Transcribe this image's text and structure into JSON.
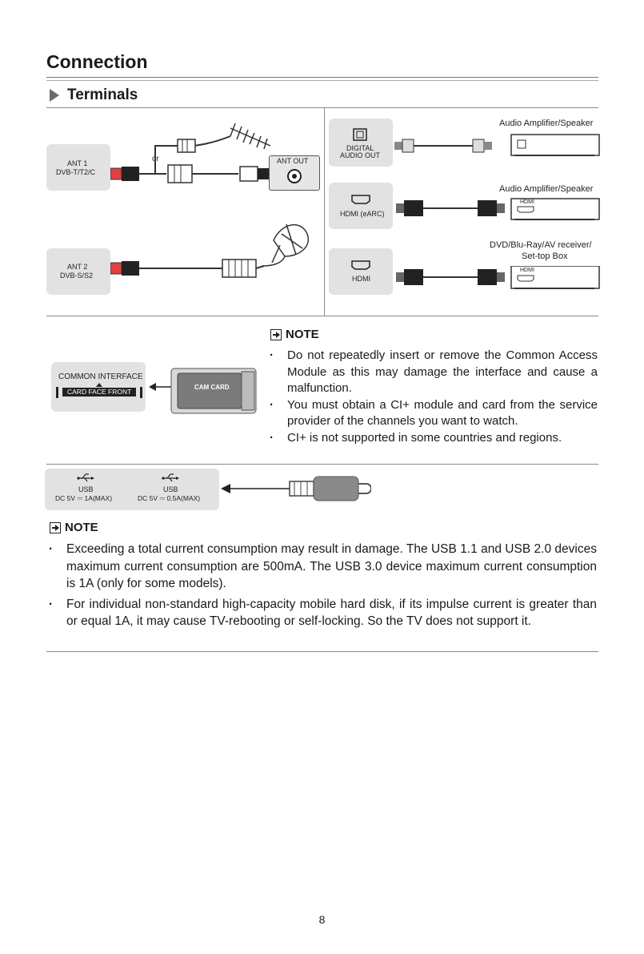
{
  "page": {
    "title": "Connection",
    "subtitle": "Terminals",
    "page_number": "8"
  },
  "antenna": {
    "ant1_line1": "ANT 1",
    "ant1_line2": "DVB-T/T2/C",
    "or_label": "or",
    "ant_out": "ANT OUT",
    "ant2_line1": "ANT 2",
    "ant2_line2": "DVB-S/S2"
  },
  "outputs": {
    "digital_line1": "DIGITAL",
    "digital_line2": "AUDIO OUT",
    "amp1": "Audio Amplifier/Speaker",
    "hdmi_earc": "HDMI (eARC)",
    "amp2": "Audio Amplifier/Speaker",
    "hdmi_device_label": "HDMI",
    "dvd_line1": "DVD/Blu-Ray/AV receiver/",
    "dvd_line2": "Set-top Box",
    "hdmi": "HDMI",
    "hdmi_device_label2": "HDMI"
  },
  "ci": {
    "common_interface": "COMMON INTERFACE",
    "card_face_front": "CARD FACE FRONT",
    "cam_card": "CAM CARD"
  },
  "note1": {
    "heading": "NOTE",
    "items": [
      "Do not repeatedly insert or remove the Common Access Module as this may damage the interface and cause a malfunction.",
      "You must obtain a CI+ module and card from the service provider of the channels you want to watch.",
      "CI+ is not supported in some countries and regions."
    ]
  },
  "usb": {
    "usb1": "USB",
    "usb1_spec": "DC 5V ⎓ 1A(MAX)",
    "usb2": "USB",
    "usb2_spec": "DC 5V ⎓ 0.5A(MAX)"
  },
  "note2": {
    "heading": "NOTE",
    "items": [
      "Exceeding a total current consumption may result in damage. The USB 1.1 and USB 2.0 devices maximum current consumption are 500mA. The USB 3.0 device maximum current consumption is 1A (only for some models).",
      "For individual non-standard high-capacity mobile hard disk, if its impulse current is greater than or equal 1A, it may cause TV-rebooting or self-locking. So the TV does not support it."
    ]
  }
}
